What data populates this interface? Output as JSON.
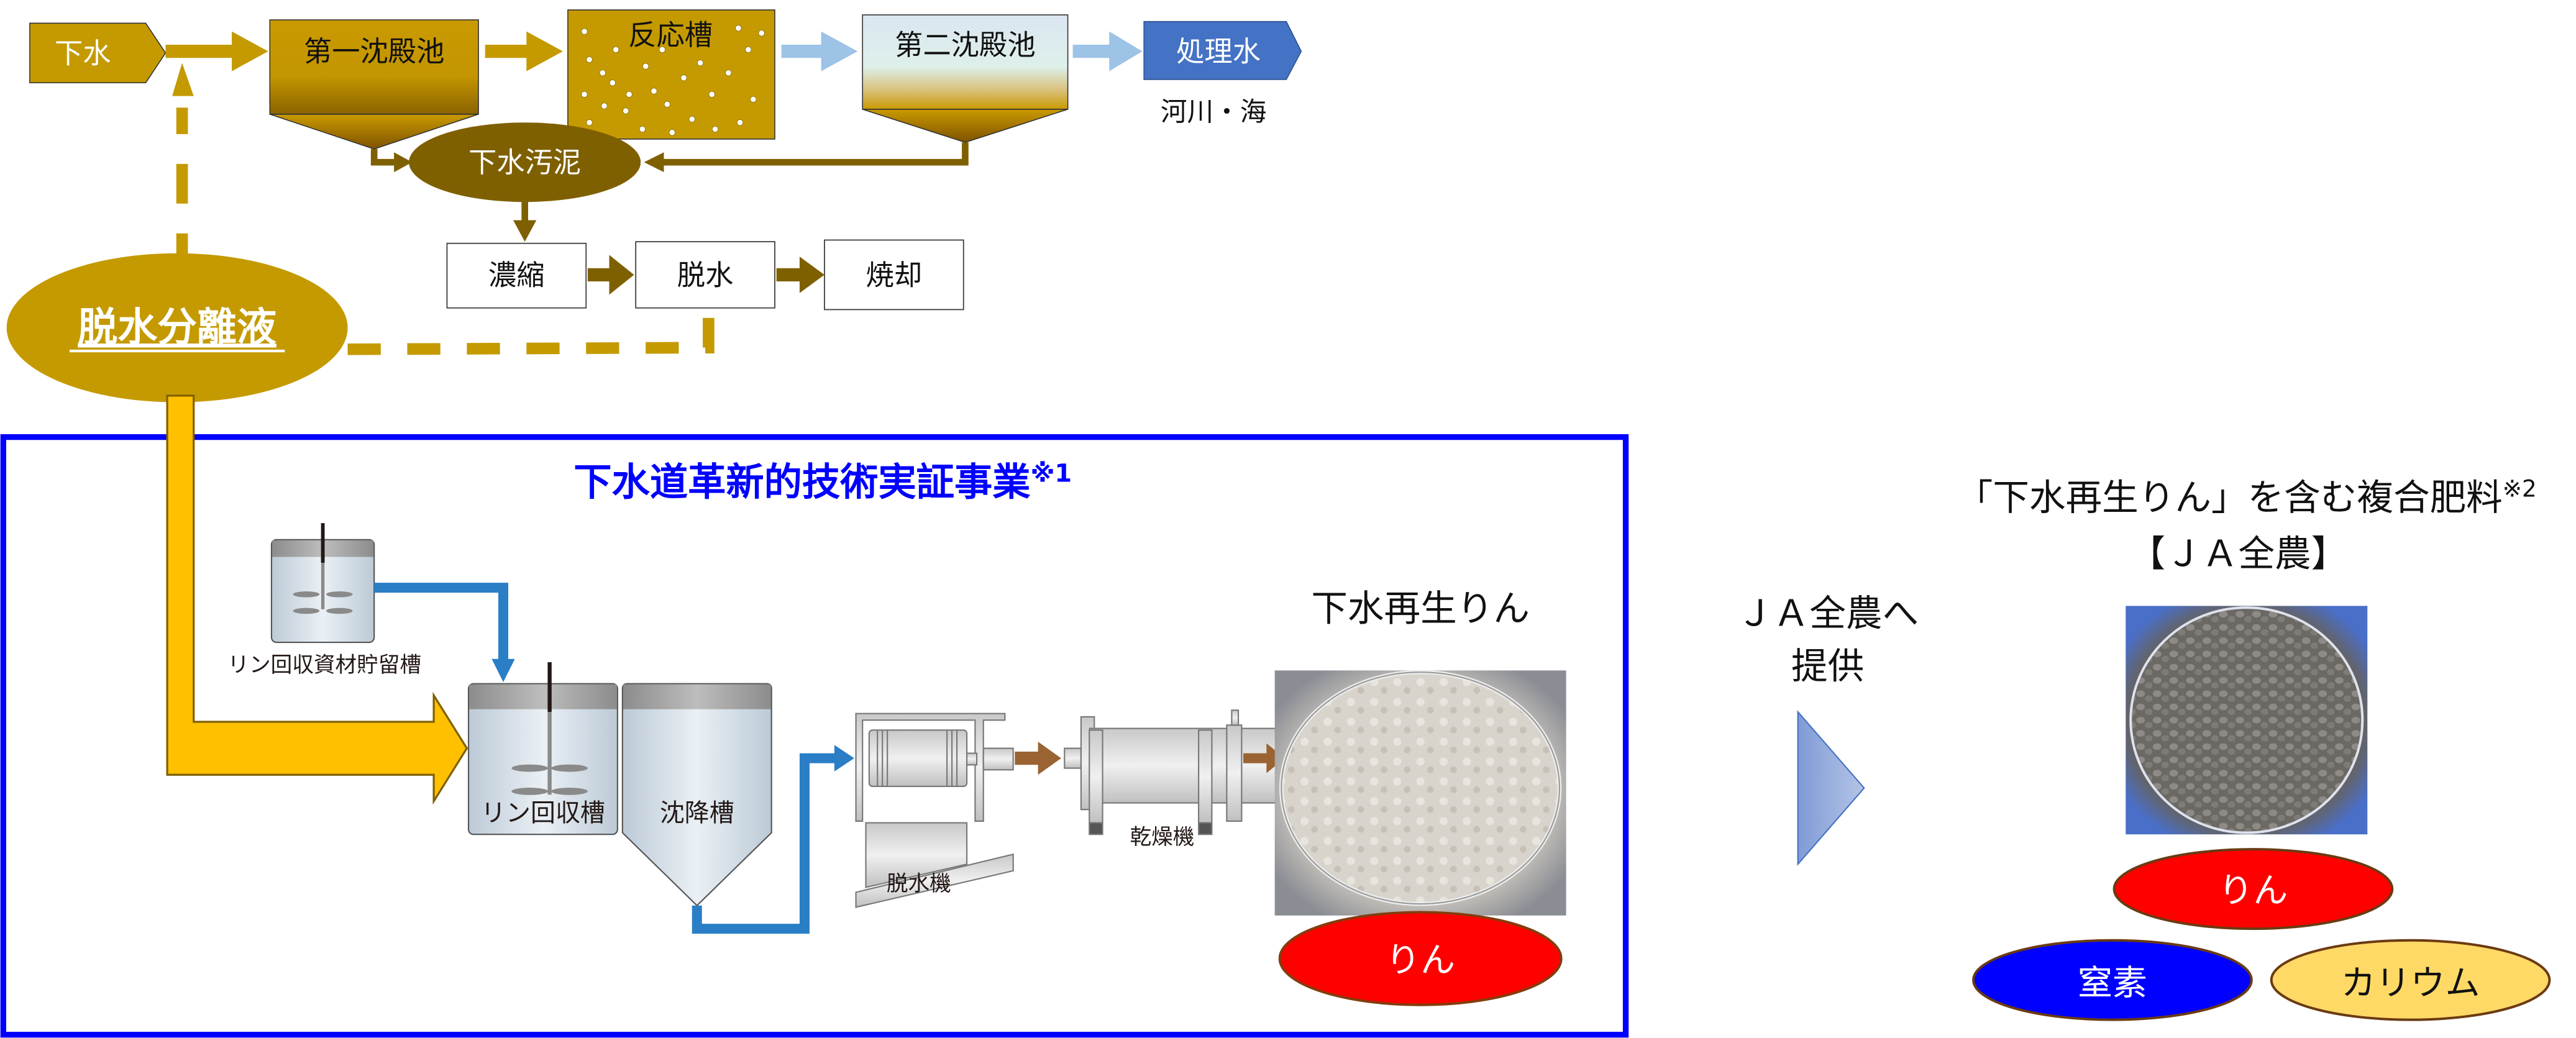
{
  "colors": {
    "gold": "#C49A00",
    "dark_gold": "#7F6000",
    "amber": "#FFC000",
    "pipe_blue": "#2A7EC6",
    "light_blue_arrow": "#9DC3E6",
    "treated_blue": "#4472C4",
    "frame_blue": "#0000FF",
    "transfer_brown": "#9A6332",
    "red": "#FF0000",
    "navy": "#0000FF",
    "pale_yellow": "#FFD966"
  },
  "top_flow": {
    "sewage": "下水",
    "primary_sedimentation": "第一沈殿池",
    "reaction_tank": "反応槽",
    "secondary_sedimentation": "第二沈殿池",
    "treated_water": "処理水",
    "discharge_destination": "河川・海",
    "sewage_sludge": "下水汚泥",
    "thickening": "濃縮",
    "dewatering": "脱水",
    "incineration": "焼却",
    "dewatering_filtrate": "脱水分離液"
  },
  "demo_project": {
    "title": "下水道革新的技術実証事業",
    "title_note": "※1",
    "storage_tank": "リン回収資材貯留槽",
    "recovery_tank": "リン回収槽",
    "settling_tank": "沈降槽",
    "dewatering_machine": "脱水機",
    "dryer": "乾燥機",
    "product_label": "下水再生りん",
    "product_badge": "りん"
  },
  "transfer": {
    "line1": "ＪＡ全農へ",
    "line2": "提供"
  },
  "fertilizer": {
    "title": "「下水再生りん」を含む複合肥料",
    "title_note": "※2",
    "subtitle": "【ＪＡ全農】",
    "nutrients": [
      {
        "label": "りん"
      },
      {
        "label": "窒素"
      },
      {
        "label": "カリウム"
      }
    ]
  }
}
